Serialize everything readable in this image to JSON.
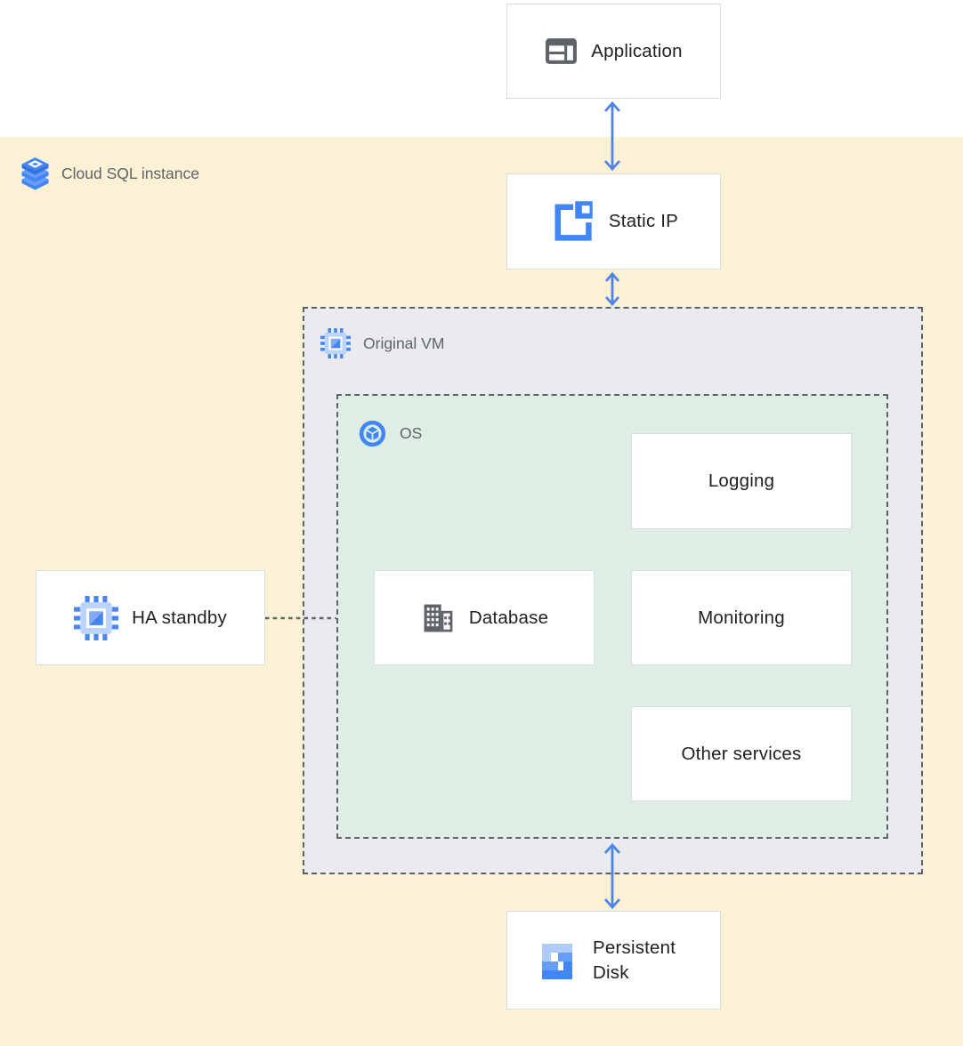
{
  "diagram": {
    "zones": {
      "cloud_sql": {
        "label": "Cloud SQL instance",
        "icon": "cloud-sql-icon",
        "color": "#fbf2d6"
      },
      "original_vm": {
        "label": "Original VM",
        "icon": "compute-engine-icon",
        "color": "#e9ebee"
      },
      "os": {
        "label": "OS",
        "icon": "os-icon",
        "color": "#dfeee5"
      }
    },
    "nodes": {
      "application": {
        "label": "Application",
        "icon": "application-icon"
      },
      "static_ip": {
        "label": "Static IP",
        "icon": "static-ip-icon"
      },
      "database": {
        "label": "Database",
        "icon": "database-icon"
      },
      "logging": {
        "label": "Logging"
      },
      "monitoring": {
        "label": "Monitoring"
      },
      "other_services": {
        "label": "Other services"
      },
      "ha_standby": {
        "label": "HA standby",
        "icon": "compute-engine-icon"
      },
      "persistent_disk": {
        "label": "Persistent Disk",
        "icon": "persistent-disk-icon"
      }
    },
    "connections": [
      {
        "from": "application",
        "to": "static_ip",
        "type": "bidirectional-arrow"
      },
      {
        "from": "static_ip",
        "to": "original_vm",
        "type": "bidirectional-arrow"
      },
      {
        "from": "os",
        "to": "persistent_disk",
        "type": "bidirectional-arrow"
      },
      {
        "from": "ha_standby",
        "to": "original_vm",
        "type": "dotted-line"
      }
    ],
    "colors": {
      "arrow_blue": "#4e83ea",
      "zone_label_gray": "#5f6368",
      "node_text": "#212121",
      "node_border": "#d8dbdf",
      "dashed_border": "#5e6165",
      "icon_blue": "#4285f4",
      "icon_blue_medium": "#669df6",
      "icon_blue_light": "#aecbfa",
      "icon_gray": "#5f6368"
    }
  }
}
